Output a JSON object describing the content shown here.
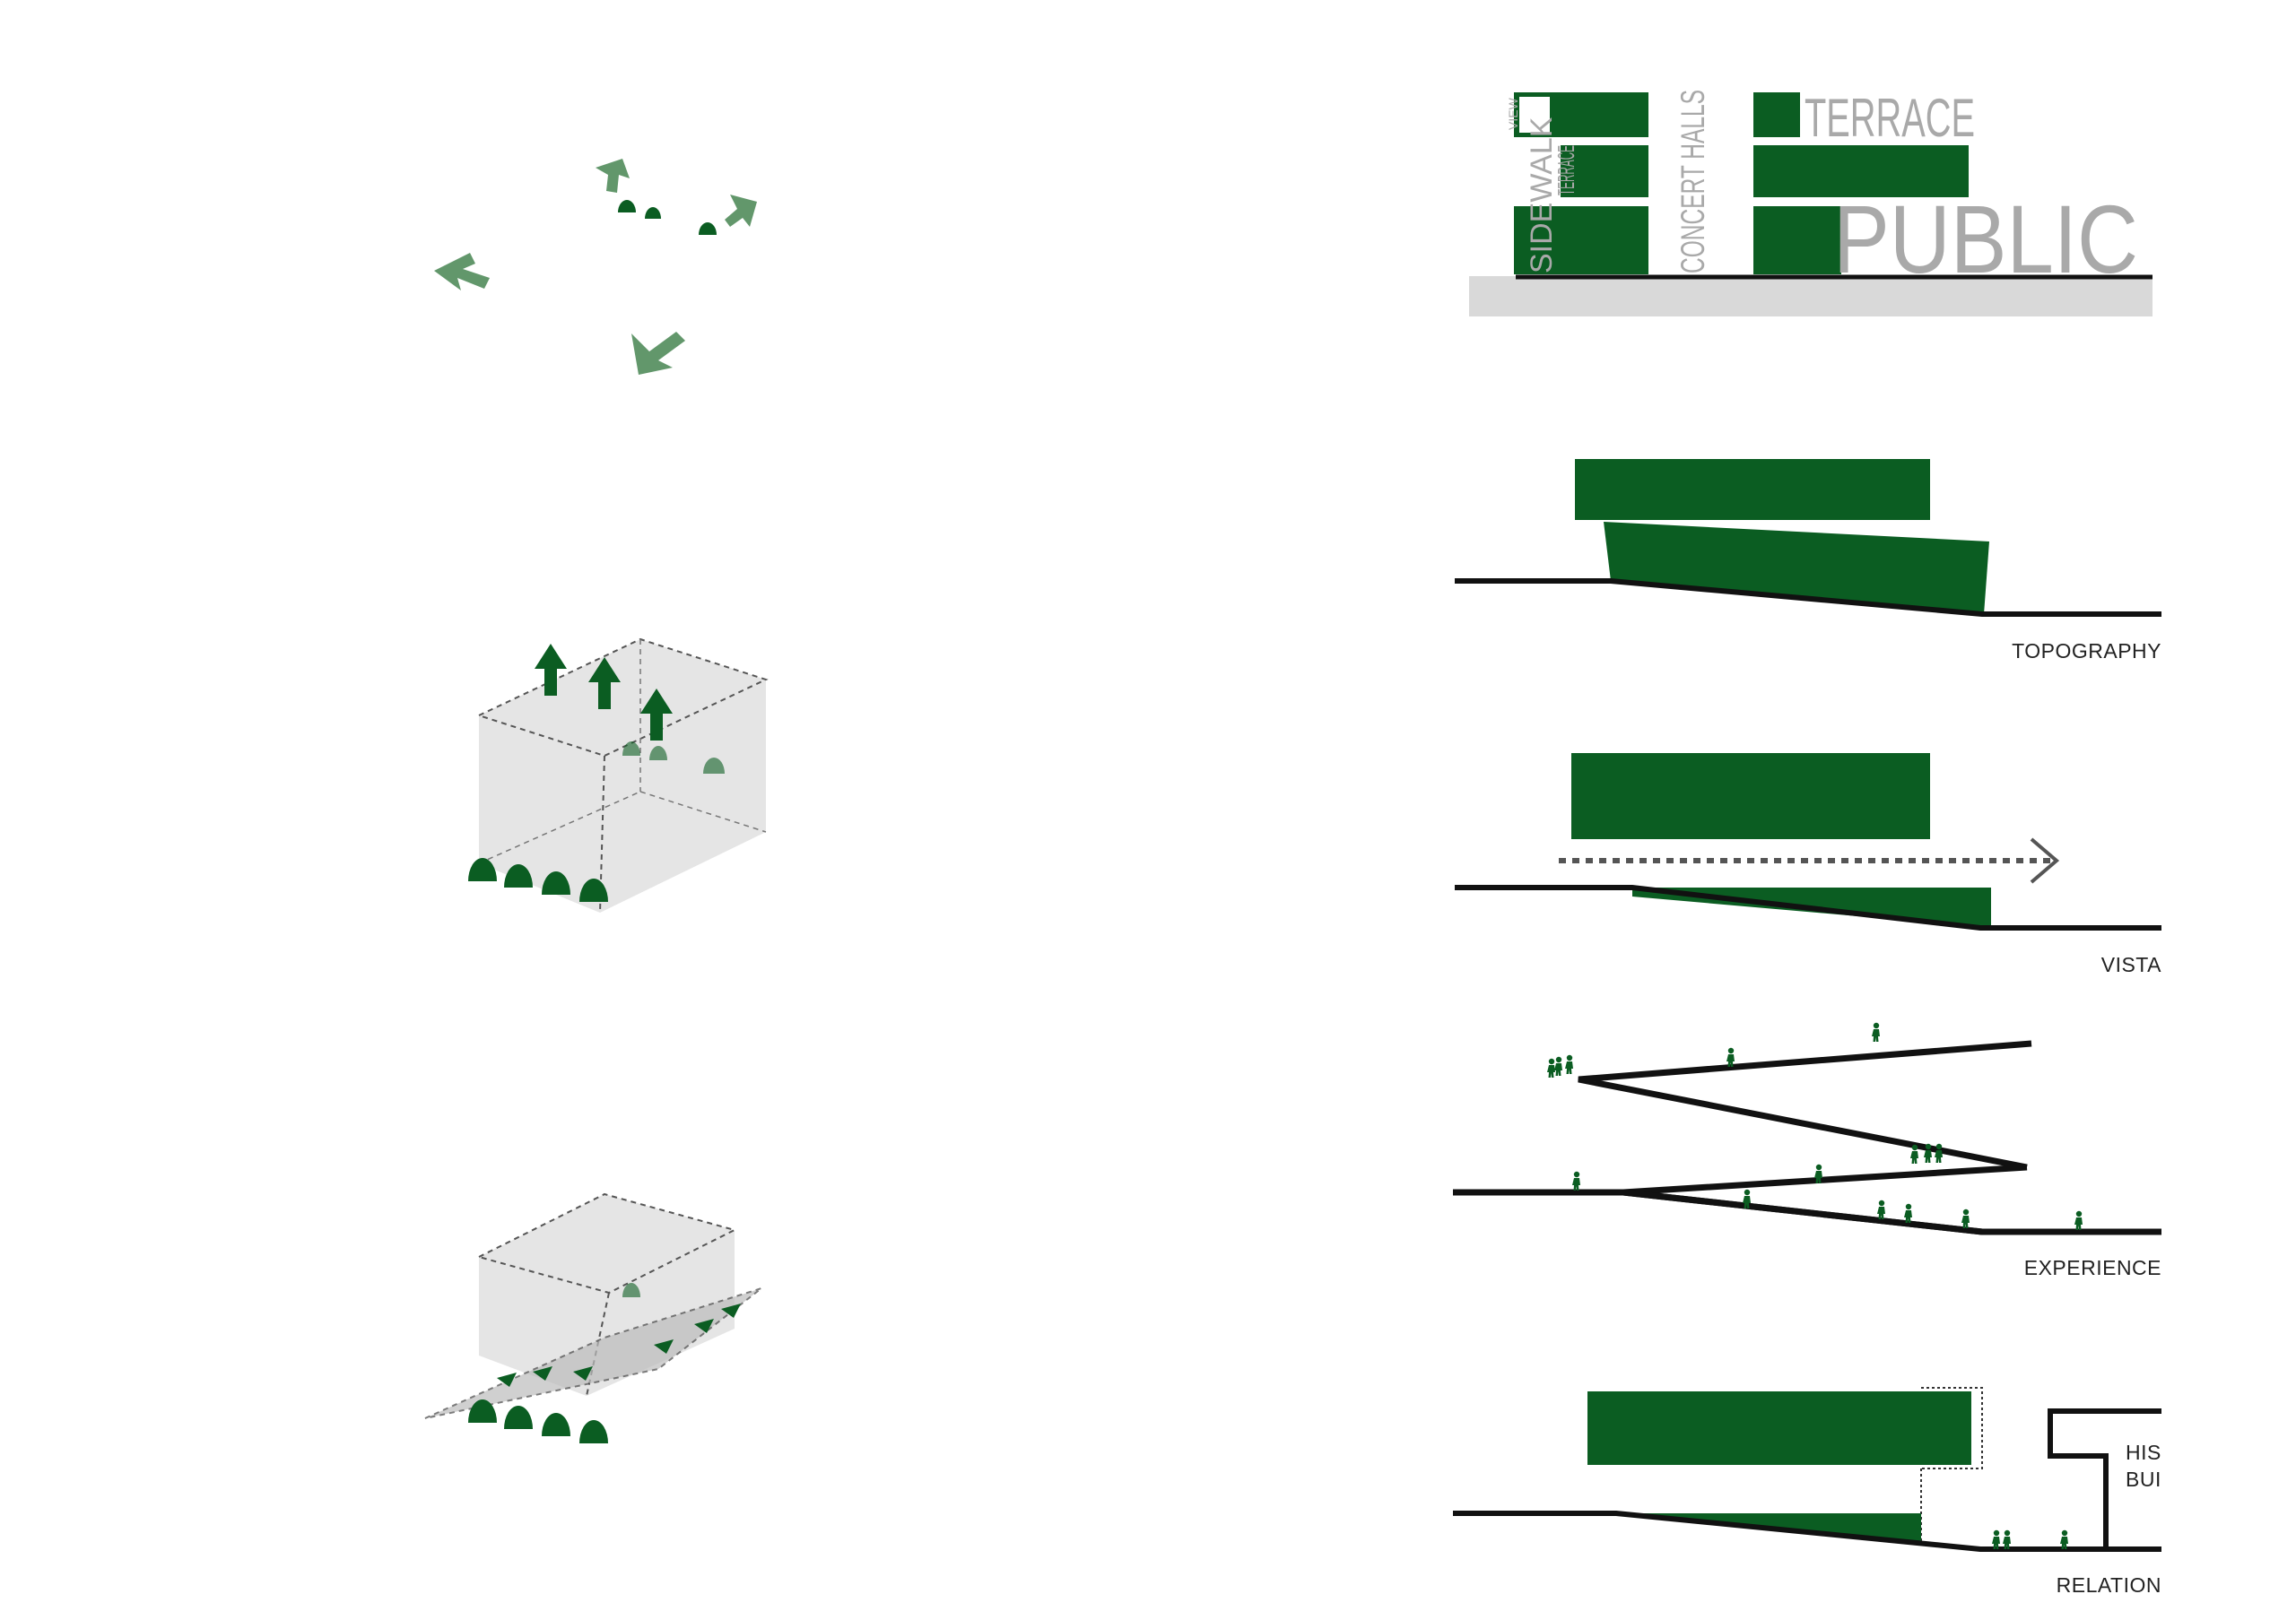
{
  "colors": {
    "green": "#0b5d22",
    "line_green": "#1f6b2c",
    "grey_text": "#a9a9a9",
    "ground_grey": "#d9d9d9",
    "street": "#f1efe9",
    "rail_dash": "#d7d3bf",
    "black": "#111111"
  },
  "program": {
    "sidewalk": "SIDEWALK",
    "view": "VIEW",
    "terrace_small": "TERRACE",
    "concert_halls": "CONCERT HALLS",
    "terrace": "TERRACE",
    "public": "PUBLIC"
  },
  "captions": {
    "topography": "TOPOGRAPHY",
    "vista": "VISTA",
    "experience": "EXPERIENCE",
    "historical_line1": "HISTORICAL",
    "historical_line2": "BUILDING",
    "relation": "RELATION"
  },
  "icons": {
    "arrows": "green-arrow-icon",
    "person": "person-silhouette-icon",
    "chevron": "chevron-right-icon"
  }
}
